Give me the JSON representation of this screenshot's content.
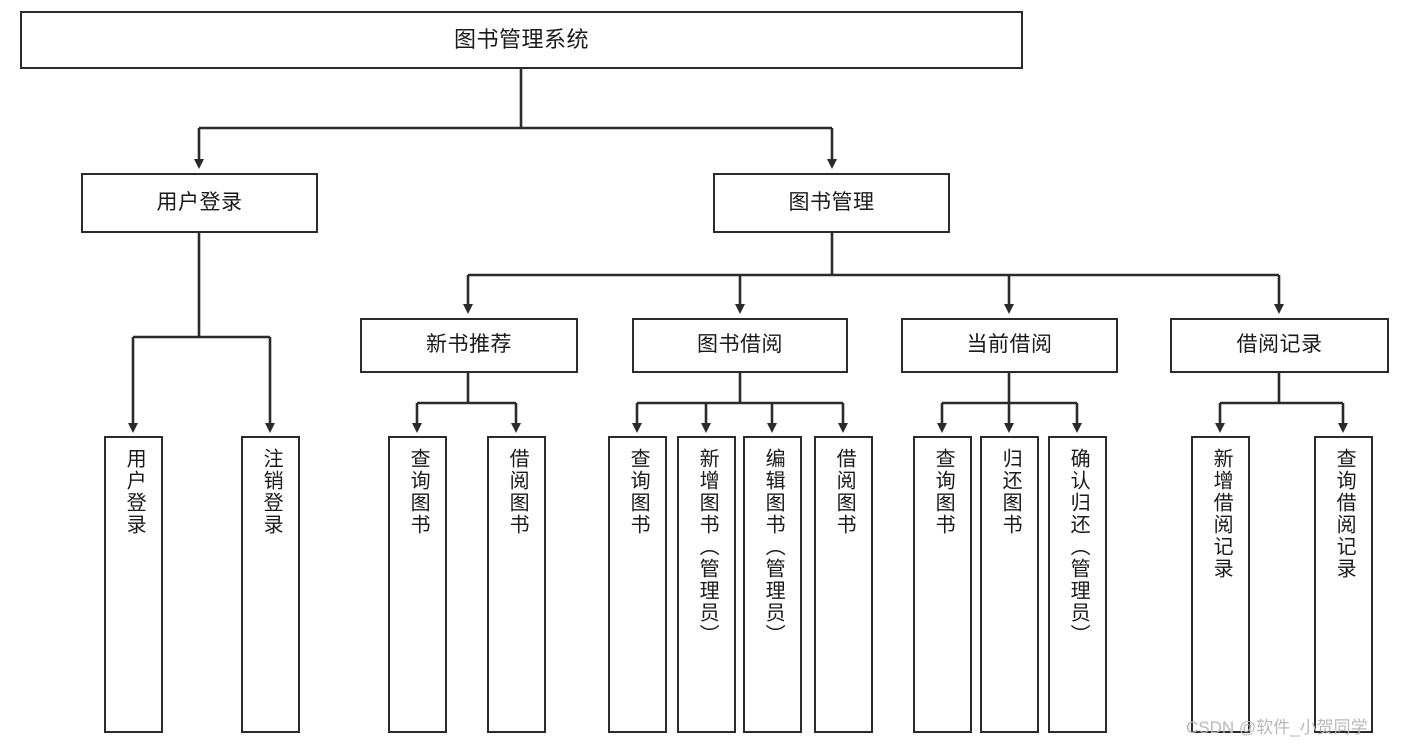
{
  "diagram": {
    "type": "tree-hierarchy",
    "title": "图书管理系统",
    "watermark": "CSDN @软件_小贺同学",
    "colors": {
      "border": "#2b2b2b",
      "fill": "#ffffff",
      "text": "#1a1a1a",
      "watermark": "#b9b9b9"
    },
    "nodes": {
      "root": "图书管理系统",
      "level2": [
        "用户登录",
        "图书管理"
      ],
      "level3": [
        "新书推荐",
        "图书借阅",
        "当前借阅",
        "借阅记录"
      ],
      "leaves": {
        "user_login": [
          "用户登录",
          "注销登录"
        ],
        "new_book_recommend": [
          "查询图书",
          "借阅图书"
        ],
        "book_borrow": [
          "查询图书",
          "新增图书（管理员）",
          "编辑图书（管理员）",
          "借阅图书"
        ],
        "current_borrow": [
          "查询图书",
          "归还图书",
          "确认归还（管理员）"
        ],
        "borrow_record": [
          "新增借阅记录",
          "查询借阅记录"
        ]
      }
    }
  }
}
